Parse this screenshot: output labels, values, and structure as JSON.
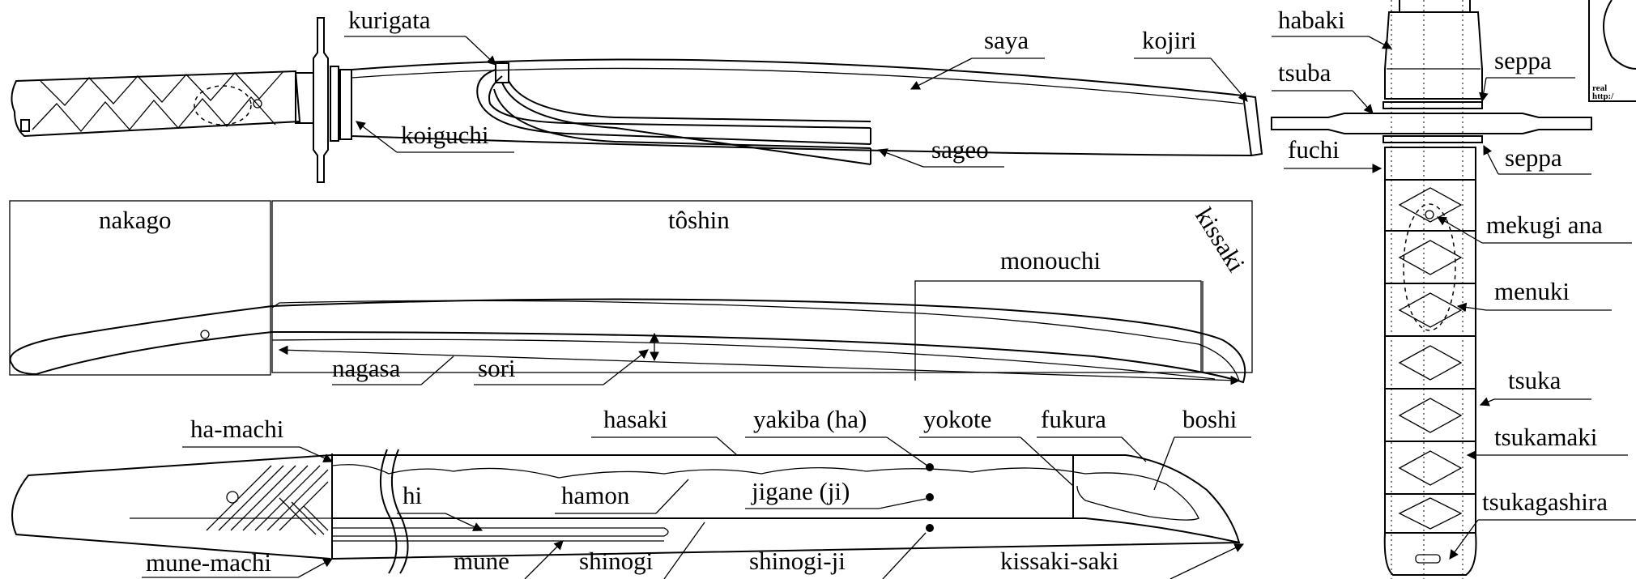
{
  "labels": {
    "kurigata": "kurigata",
    "saya": "saya",
    "kojiri": "kojiri",
    "koiguchi": "koiguchi",
    "sageo": "sageo",
    "nakago": "nakago",
    "toshin": "tôshin",
    "kissaki": "kissaki",
    "monouchi": "monouchi",
    "nagasa": "nagasa",
    "sori": "sori",
    "ha_machi": "ha-machi",
    "hasaki": "hasaki",
    "yakiba": "yakiba (ha)",
    "yokote": "yokote",
    "fukura": "fukura",
    "boshi": "boshi",
    "hi": "hi",
    "hamon": "hamon",
    "jigane": "jigane (ji)",
    "mune_machi": "mune-machi",
    "mune": "mune",
    "shinogi": "shinogi",
    "shinogi_ji": "shinogi-ji",
    "kissaki_saki": "kissaki-saki",
    "habaki": "habaki",
    "seppa_top": "seppa",
    "tsuba": "tsuba",
    "fuchi": "fuchi",
    "seppa_bottom": "seppa",
    "mekugi_ana": "mekugi ana",
    "menuki": "menuki",
    "tsuka": "tsuka",
    "tsukamaki": "tsukamaki",
    "tsukagashira": "tsukagashira",
    "corner_text_1": "real",
    "corner_text_2": "http:/"
  }
}
